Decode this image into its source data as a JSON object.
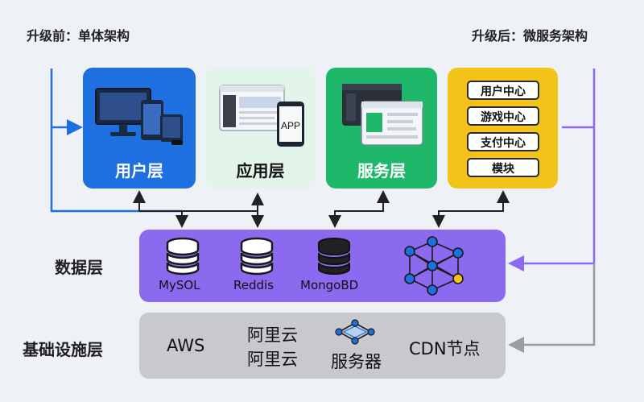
{
  "header": {
    "before_caption": "升级前：单体架构",
    "after_caption": "升级后：微服务架构"
  },
  "cards": {
    "user_layer": "用户层",
    "app_layer": "应用层",
    "app_badge": "APP",
    "service_layer": "服务层",
    "modules": [
      "用户中心",
      "游戏中心",
      "支付中心",
      "模块"
    ]
  },
  "data_layer": {
    "label": "数据层",
    "databases": [
      "MySOL",
      "Reddis",
      "MongoBD"
    ]
  },
  "infra_layer": {
    "label": "基础设施层",
    "aws": "AWS",
    "aliyun_1": "阿里云",
    "aliyun_2": "阿里云",
    "server": "服务器",
    "cdn": "CDN节点"
  },
  "colors": {
    "user_card": "#1e6fe0",
    "app_card": "#e3f5ea",
    "service_card": "#1fb86a",
    "modules_card": "#f2c319",
    "data_band": "#8b6af0",
    "infra_band": "#c7c9cd",
    "left_connector": "#1e6fe0",
    "right_connector_upper": "#8b6af0",
    "right_connector_lower": "#9a9ca0",
    "mesh_node": "#1e6fe0",
    "mesh_highlight": "#f2c319"
  },
  "icons": {
    "user_layer": "desktop-phone-tablet-icon",
    "app_layer": "browser-window-phone-icon",
    "service_layer": "browser-windows-icon",
    "database": "database-icon",
    "mesh": "network-mesh-icon",
    "server": "server-network-icon"
  }
}
